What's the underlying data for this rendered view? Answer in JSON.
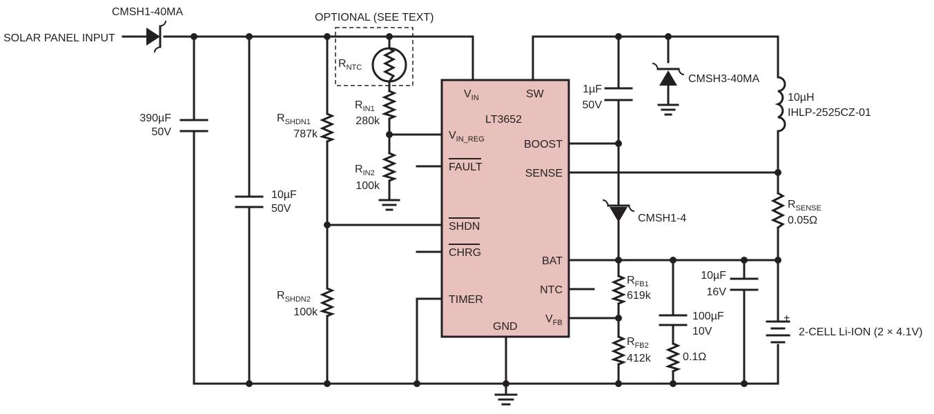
{
  "labels": {
    "input": "SOLAR PANEL INPUT",
    "d_in": "CMSH1-40MA",
    "optional": "OPTIONAL (SEE TEXT)",
    "rntc": {
      "main": "R",
      "sub": "NTC"
    },
    "c_in1": {
      "value": "390µF",
      "voltage": "50V"
    },
    "c_in2": {
      "value": "10µF",
      "voltage": "50V"
    },
    "rshdn1": {
      "main": "R",
      "sub": "SHDN1",
      "value": "787k"
    },
    "rshdn2": {
      "main": "R",
      "sub": "SHDN2",
      "value": "100k"
    },
    "rin1": {
      "main": "R",
      "sub": "IN1",
      "value": "280k"
    },
    "rin2": {
      "main": "R",
      "sub": "IN2",
      "value": "100k"
    },
    "chip_name": "LT3652",
    "c_boost": {
      "value": "1µF",
      "voltage": "50V"
    },
    "d_sw": "CMSH3-40MA",
    "inductor": {
      "value": "10µH",
      "part": "IHLP-2525CZ-01"
    },
    "d_boost": "CMSH1-4",
    "rsense": {
      "main": "R",
      "sub": "SENSE",
      "value": "0.05Ω"
    },
    "rfb1": {
      "main": "R",
      "sub": "FB1",
      "value": "619k"
    },
    "rfb2": {
      "main": "R",
      "sub": "FB2",
      "value": "412k"
    },
    "c_out1": {
      "value": "10µF",
      "voltage": "16V"
    },
    "c_out2": {
      "value": "100µF",
      "voltage": "10V"
    },
    "r_esr": "0.1Ω",
    "battery": "2-CELL Li-ION (2 × 4.1V)",
    "battery_plus": "+"
  },
  "pins": {
    "vin": {
      "main": "V",
      "sub": "IN"
    },
    "vin_reg": {
      "main": "V",
      "sub": "IN_REG"
    },
    "fault": "FAULT",
    "shdn": "SHDN",
    "chrg": "CHRG",
    "timer": "TIMER",
    "sw": "SW",
    "boost": "BOOST",
    "sense": "SENSE",
    "bat": "BAT",
    "ntc": "NTC",
    "vfb": {
      "main": "V",
      "sub": "FB"
    },
    "gnd": "GND"
  }
}
